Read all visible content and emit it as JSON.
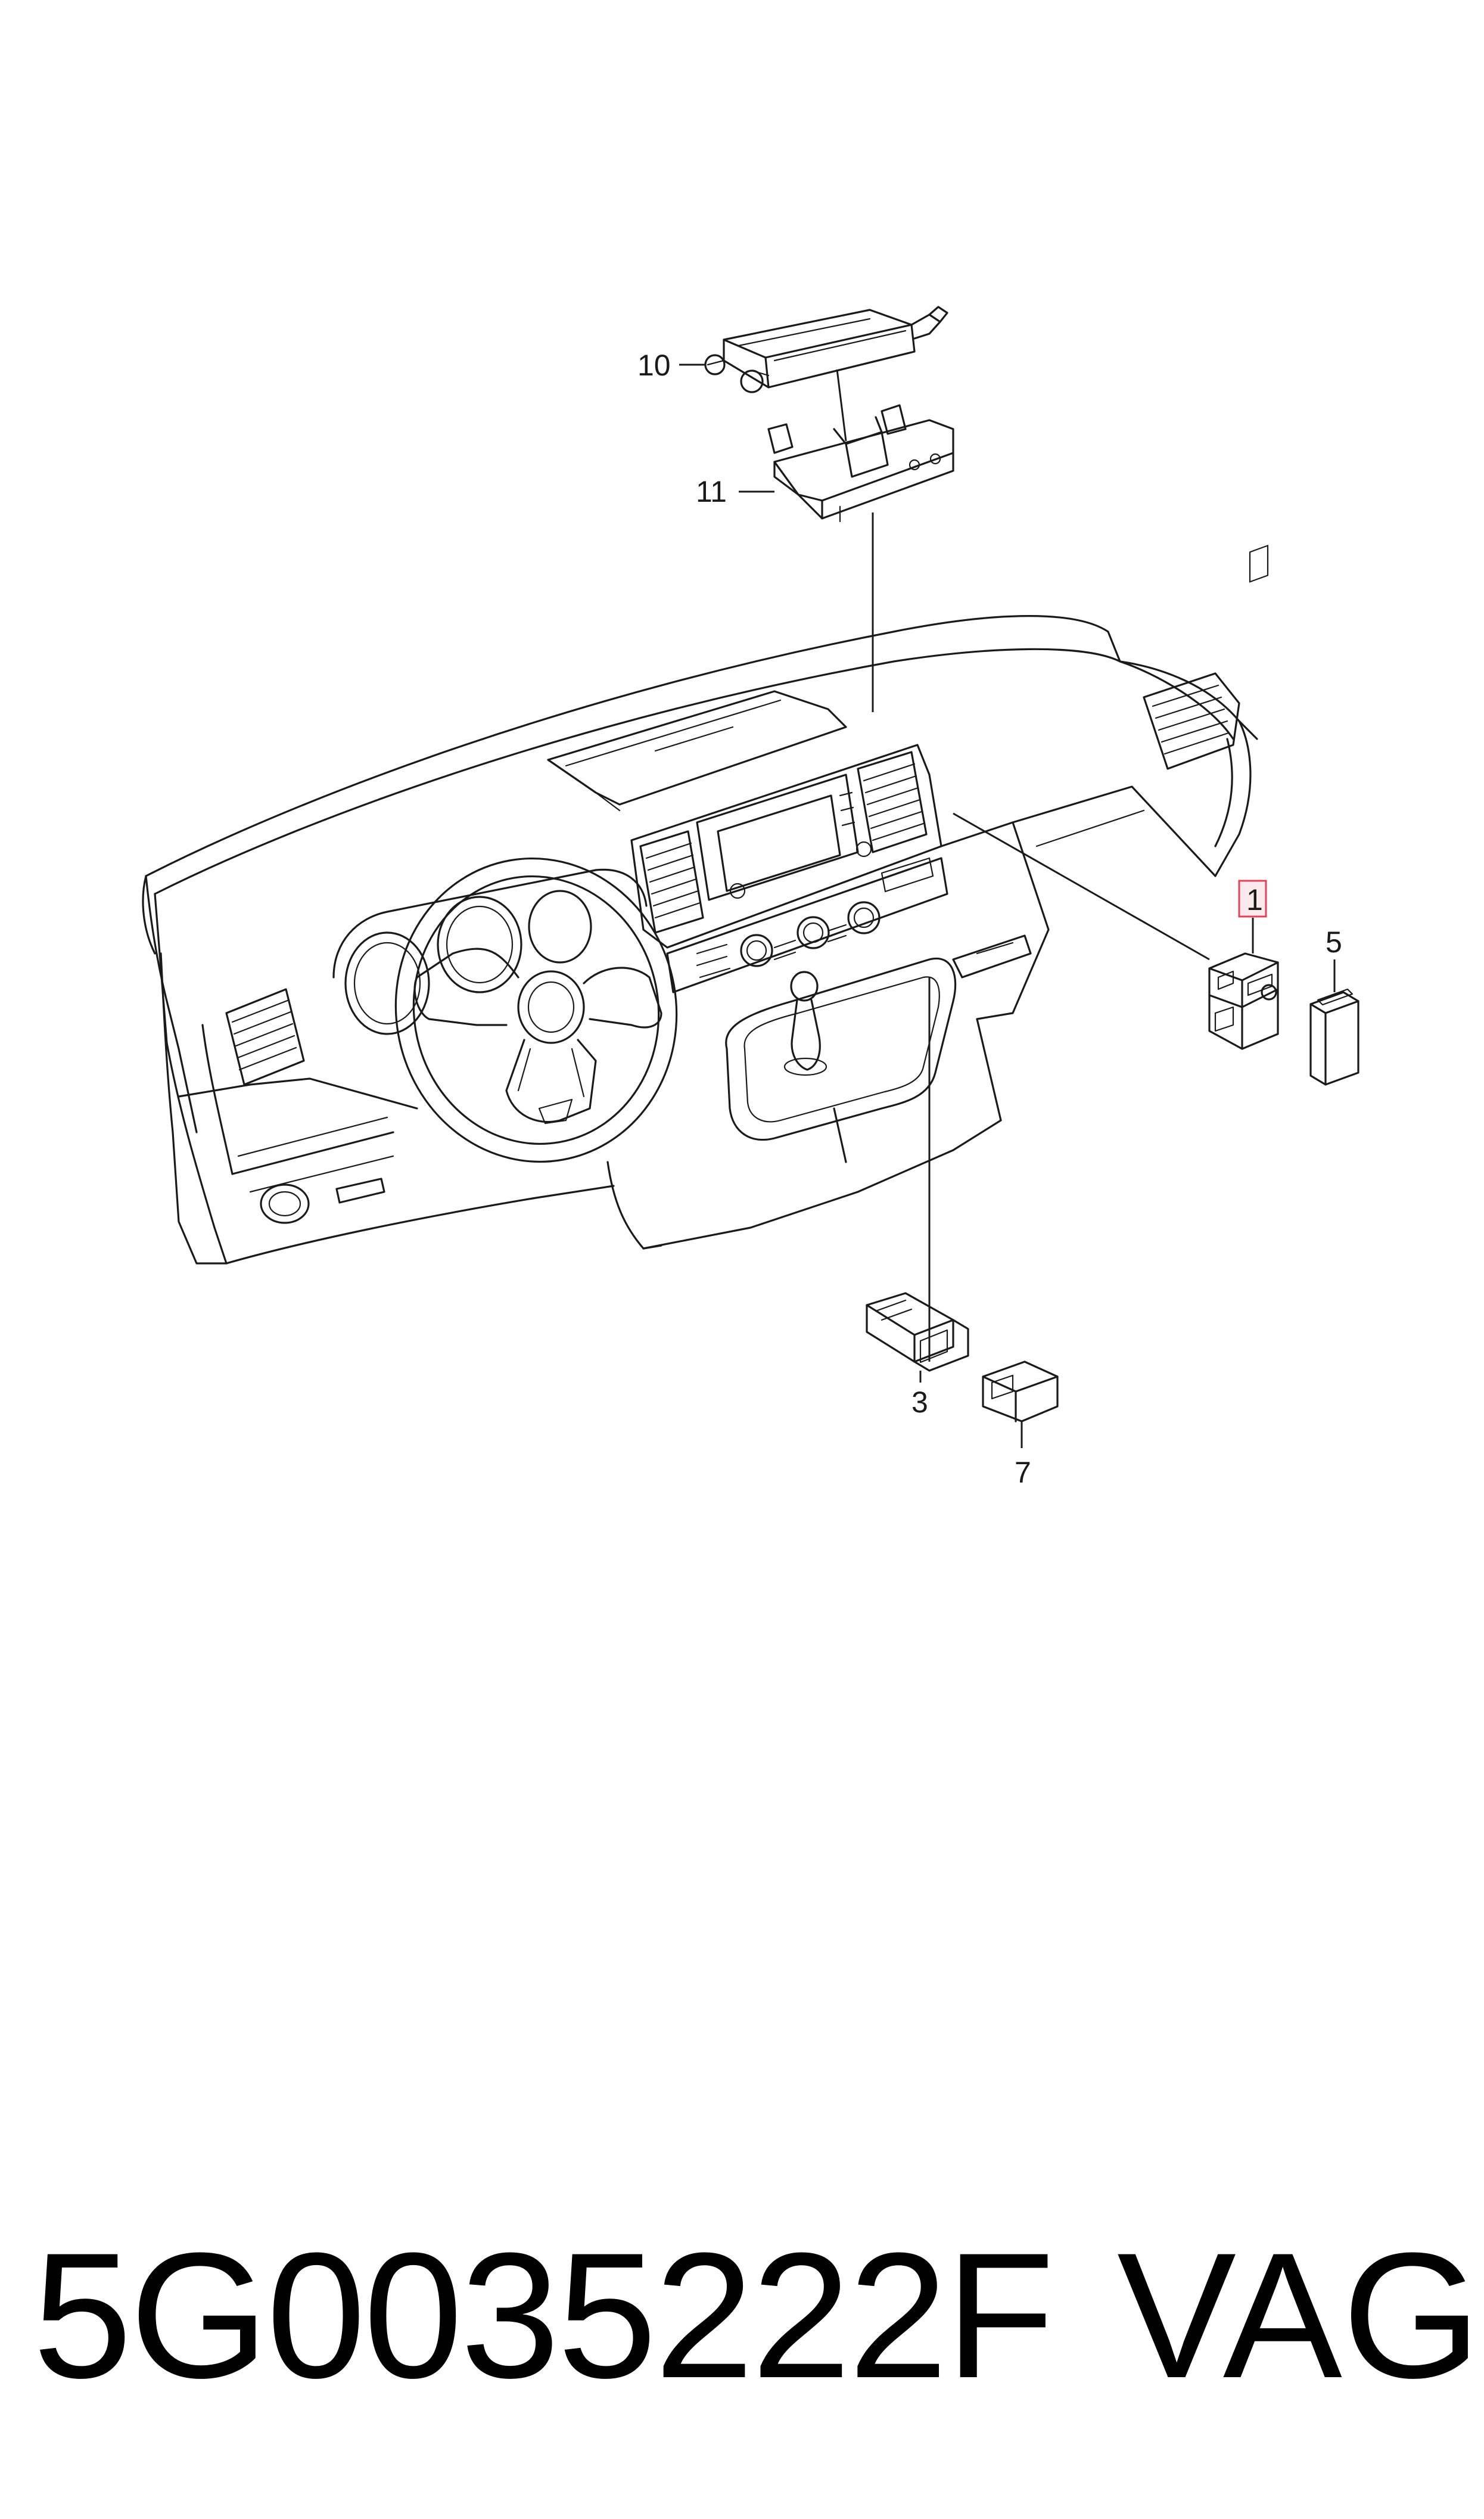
{
  "callouts": {
    "c10": "10",
    "c11": "11",
    "c1": "1",
    "c5": "5",
    "c3": "3",
    "c7": "7"
  },
  "highlight_color": "#e0435a",
  "footer": {
    "part_number": "5G0035222F",
    "brand": "VAG"
  }
}
